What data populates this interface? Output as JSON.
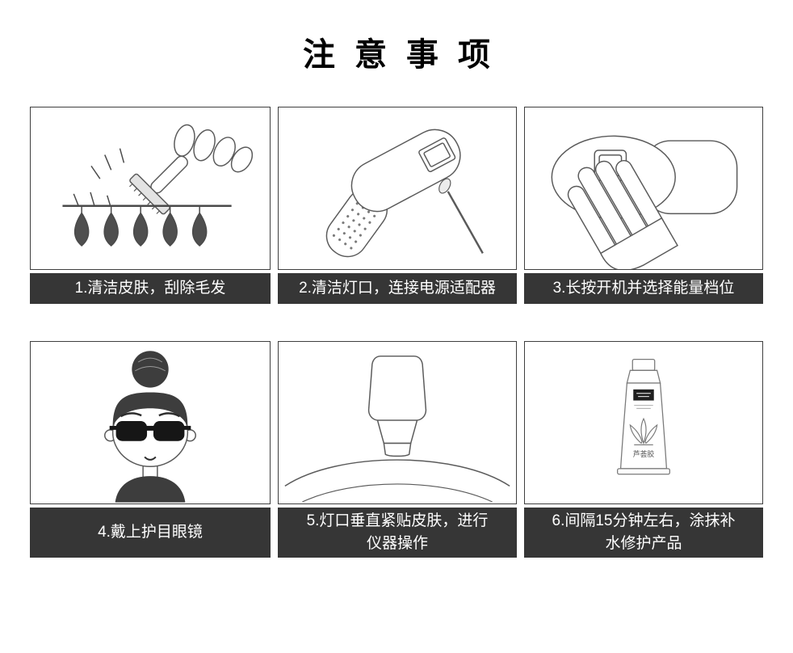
{
  "page": {
    "title": "注意事项",
    "background_color": "#ffffff",
    "caption_bar_color": "#363636",
    "caption_text_color": "#ffffff"
  },
  "steps": [
    {
      "id": 1,
      "caption": "1.清洁皮肤，刮除毛发",
      "illustration": "shave-skin"
    },
    {
      "id": 2,
      "caption": "2.清洁灯口，连接电源适配器",
      "illustration": "clean-lamp-connect-adapter"
    },
    {
      "id": 3,
      "caption": "3.长按开机并选择能量档位",
      "illustration": "long-press-power-select-level"
    },
    {
      "id": 4,
      "caption": "4.戴上护目眼镜",
      "illustration": "wear-protective-goggles"
    },
    {
      "id": 5,
      "caption": "5.灯口垂直紧贴皮肤，进行仪器操作",
      "illustration": "lamp-flat-against-skin"
    },
    {
      "id": 6,
      "caption": "6.间隔15分钟左右，涂抹补水修护产品",
      "illustration": "apply-repair-product",
      "tube_label": "芦荟胶"
    }
  ]
}
